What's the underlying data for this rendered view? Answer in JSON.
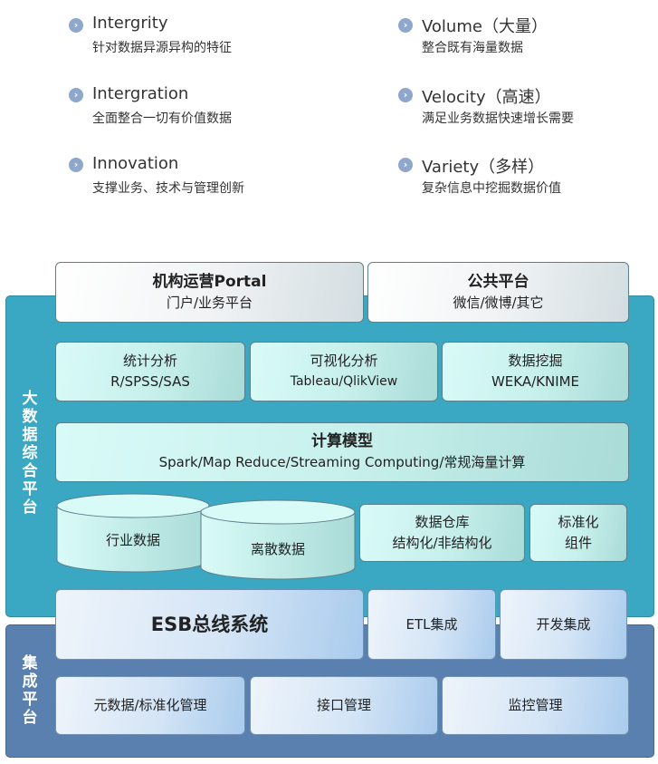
{
  "features": [
    {
      "title": "Intergrity",
      "desc": "针对数据异源异构的特征"
    },
    {
      "title": "Intergration",
      "desc": "全面整合一切有价值数据"
    },
    {
      "title": "Innovation",
      "desc": "支撑业务、技术与管理创新"
    },
    {
      "title": "Volume（大量）",
      "desc": "整合既有海量数据"
    },
    {
      "title": "Velocity（高速）",
      "desc": "满足业务数据快速增长需要"
    },
    {
      "title": "Variety（多样）",
      "desc": "复杂信息中挖掘数据价值"
    }
  ],
  "bigdata_platform": {
    "label": "大数据综合平台",
    "portal": {
      "title": "机构运营Portal",
      "sub": "门户/业务平台"
    },
    "public": {
      "title": "公共平台",
      "sub": "微信/微博/其它"
    },
    "analysis": [
      {
        "title": "统计分析",
        "sub": "R/SPSS/SAS"
      },
      {
        "title": "可视化分析",
        "sub": "Tableau/QlikView"
      },
      {
        "title": "数据挖掘",
        "sub": "WEKA/KNIME"
      }
    ],
    "compute": {
      "title": "计算模型",
      "sub": "Spark/Map Reduce/Streaming Computing/常规海量计算"
    },
    "industry_data": "行业数据",
    "discrete_data": "离散数据",
    "warehouse": {
      "title": "数据仓库",
      "sub": "结构化/非结构化"
    },
    "components": {
      "title": "标准化",
      "sub": "组件"
    }
  },
  "integration_platform": {
    "label": "集成平台",
    "esb": "ESB总线系统",
    "etl": "ETL集成",
    "dev": "开发集成",
    "bottom": [
      "元数据/标准化管理",
      "接口管理",
      "监控管理"
    ]
  },
  "colors": {
    "teal": "#3aa7c3",
    "blue": "#5a80b0"
  }
}
